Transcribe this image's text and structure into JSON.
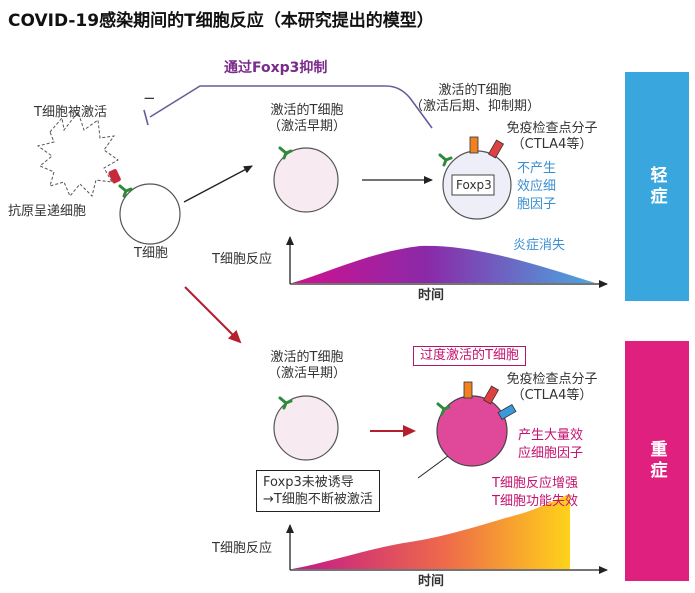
{
  "title": "COVID-19感染期间的T细胞反应（本研究提出的模型）",
  "mild": {
    "band_label": "轻症",
    "band_color": "#3aa6de",
    "inhibit_label": "通过Foxp3抑制",
    "minus_sign": "−",
    "tcell_activated": "T细胞被激活",
    "apc": "抗原呈递细胞",
    "tcell": "T细胞",
    "activated_early_1": "激活的T细胞",
    "activated_early_2": "（激活早期）",
    "activated_late_1": "激活的T细胞",
    "activated_late_2": "（激活后期、抑制期）",
    "checkpoint_1": "免疫检查点分子",
    "checkpoint_2": "（CTLA4等）",
    "foxp3": "Foxp3",
    "no_cytokine": [
      "不产生",
      "效应细",
      "胞因子"
    ],
    "response_axis": "T细胞反应",
    "time_axis": "时间",
    "resolved": "炎症消失"
  },
  "severe": {
    "band_label": "重症",
    "band_color": "#e0207e",
    "activated_early_1": "激活的T细胞",
    "activated_early_2": "（激活早期）",
    "over_activated": "过度激活的T细胞",
    "checkpoint_1": "免疫检查点分子",
    "checkpoint_2": "（CTLA4等）",
    "cytokine": [
      "产生大量效",
      "应细胞因子"
    ],
    "foxp3_note_1": "Foxp3未被诱导",
    "foxp3_note_2": "→T细胞不断被激活",
    "response_axis": "T细胞反应",
    "time_axis": "时间",
    "enhanced_1": "T细胞反应增强",
    "enhanced_2": "T细胞功能失效"
  },
  "colors": {
    "receptor_green": "#2e8b3a",
    "checkpoint_orange": "#f08020",
    "checkpoint_red": "#e04040",
    "checkpoint_blue": "#3a9ad9",
    "apc_red": "#c8283c",
    "arrow_red": "#b3202c",
    "cell_fill": "#f7eaf0",
    "late_cell_fill": "#eeeef8",
    "severe_cell_fill": "#e0489a"
  }
}
